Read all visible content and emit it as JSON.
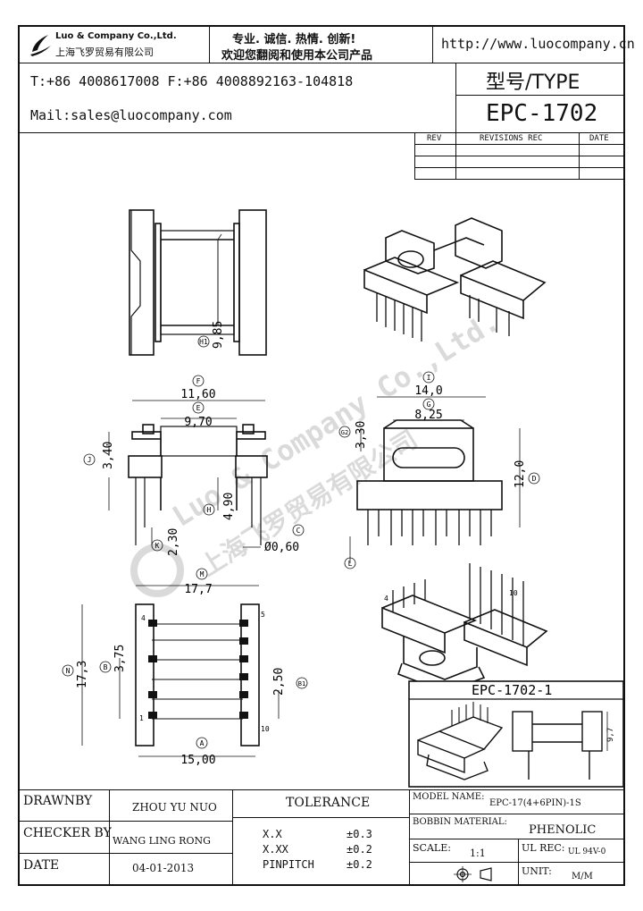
{
  "header": {
    "company_en": "Luo & Company Co.,Ltd.",
    "company_cn": "上海飞罗贸易有限公司",
    "slogan_line1": "专业. 诚信. 热情. 创新!",
    "slogan_line2": "欢迎您翻阅和使用本公司产品",
    "website": "http://www.luocompany.cn",
    "phone_fax": "T:+86 4008617008 F:+86 4008892163-104818",
    "mail": "Mail:sales@luocompany.com",
    "type_label": "型号/TYPE",
    "type_value": "EPC-1702"
  },
  "revisions": {
    "rev": "REV",
    "revisions_rec": "REVISIONS REC",
    "date": "DATE"
  },
  "watermark": {
    "en": "Luo & Company Co.,Ltd.",
    "cn": "上海飞罗贸易有限公司"
  },
  "side_view": {
    "height_label": "H1",
    "height_value": "9,85"
  },
  "front_view": {
    "f_label": "F",
    "f_value": "11,60",
    "e_label": "E",
    "e_value": "9,70",
    "j_label": "J",
    "j_value": "3,40",
    "h_label": "H",
    "h_value": "4,90",
    "k_label": "K",
    "k_value": "2,30",
    "c_label": "C",
    "c_value": "Ø0,60"
  },
  "end_view": {
    "i_label": "I",
    "i_value": "14,0",
    "g_label": "G",
    "g_value": "8,25",
    "g2_label": "G2",
    "g2_value": "3,30",
    "d_label": "D",
    "d_value": "12,0",
    "l_label": "L"
  },
  "bottom_view": {
    "m_label": "M",
    "m_value": "17,7",
    "n_label": "N",
    "n_value": "17,3",
    "b_label": "B",
    "b_value": "3,75",
    "b1_label": "B1",
    "b1_value": "2,50",
    "a_label": "A",
    "a_value": "15,00",
    "pin_1": "1",
    "pin_4": "4",
    "pin_5": "5",
    "pin_10": "10"
  },
  "iso_bottom": {
    "pin_4": "4",
    "pin_10": "10"
  },
  "variant": {
    "title": "EPC-1702-1",
    "dim_value": "9,7"
  },
  "title_block": {
    "drawnby_label": "DRAWNBY",
    "drawnby_value": "ZHOU YU NUO",
    "checker_label": "CHECKER BY",
    "checker_value": "WANG LING RONG",
    "date_label": "DATE",
    "date_value": "04-01-2013",
    "tolerance_label": "TOLERANCE",
    "tol1_key": "X.X",
    "tol1_val": "±0.3",
    "tol2_key": "X.XX",
    "tol2_val": "±0.2",
    "tol3_key": "PINPITCH",
    "tol3_val": "±0.2",
    "model_label": "MODEL NAME:",
    "model_value": "EPC-17(4+6PIN)-1S",
    "bobbin_label": "BOBBIN MATERIAL:",
    "bobbin_value": "PHENOLIC",
    "scale_label": "SCALE:",
    "scale_value": "1:1",
    "ul_label": "UL REC:",
    "ul_value": "UL 94V-0",
    "unit_label": "UNIT:",
    "unit_value": "M/M"
  }
}
